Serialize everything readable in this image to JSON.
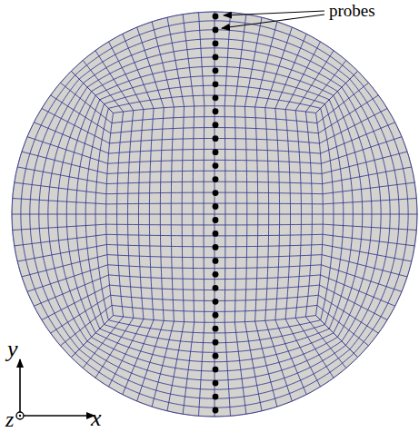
{
  "diagram": {
    "labels": [
      "probes",
      "y",
      "z",
      "x"
    ]
  }
}
